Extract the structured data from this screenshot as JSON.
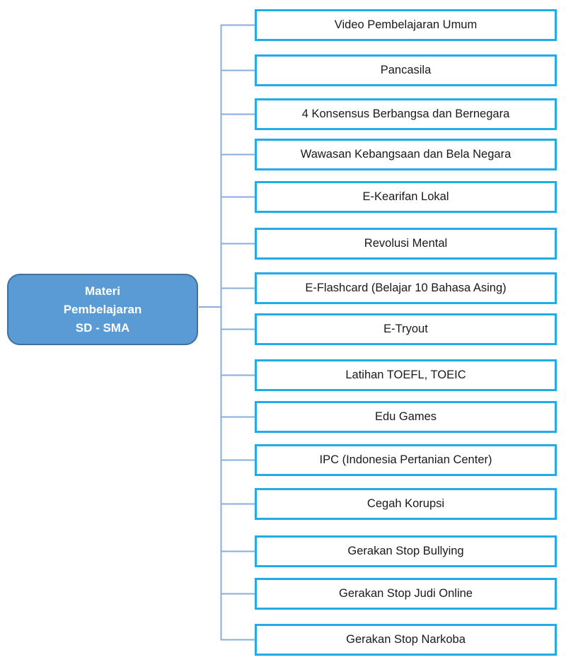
{
  "diagram": {
    "root_label": "Materi\nPembelajaran\nSD - SMA",
    "items": [
      "Video Pembelajaran Umum",
      "Pancasila",
      "4 Konsensus Berbangsa dan Bernegara",
      "Wawasan Kebangsaan dan Bela Negara",
      "E-Kearifan Lokal",
      "Revolusi Mental",
      "E-Flashcard (Belajar 10 Bahasa Asing)",
      "E-Tryout",
      "Latihan TOEFL, TOEIC",
      "Edu Games",
      "IPC (Indonesia Pertanian Center)",
      "Cegah Korupsi",
      "Gerakan Stop Bullying",
      "Gerakan Stop Judi Online",
      "Gerakan Stop Narkoba"
    ],
    "colors": {
      "root_fill": "#5B9BD5",
      "root_border": "#41719C",
      "root_text": "#FFFFFF",
      "child_border": "#22ABE6",
      "child_fill": "#FFFFFF",
      "child_text": "#1A1A1A",
      "connector": "#89AEDD"
    }
  }
}
